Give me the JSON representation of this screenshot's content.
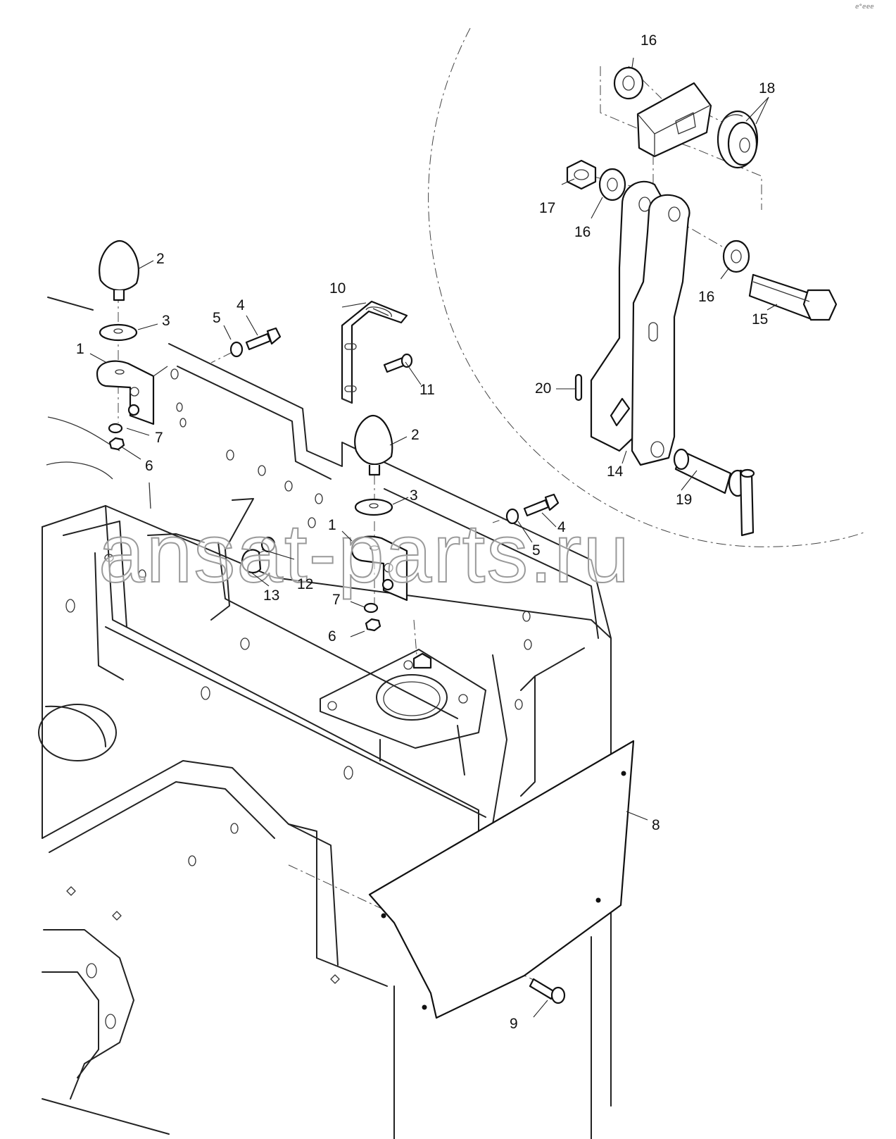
{
  "diagram": {
    "callouts": [
      "1",
      "2",
      "3",
      "4",
      "5",
      "6",
      "7",
      "8",
      "9",
      "10",
      "11",
      "12",
      "13",
      "14",
      "15",
      "16",
      "17",
      "18",
      "19",
      "20"
    ],
    "watermark": "ansat-parts.ru",
    "corner_mark": "ⅇ°ⅇⅇⅇ"
  }
}
